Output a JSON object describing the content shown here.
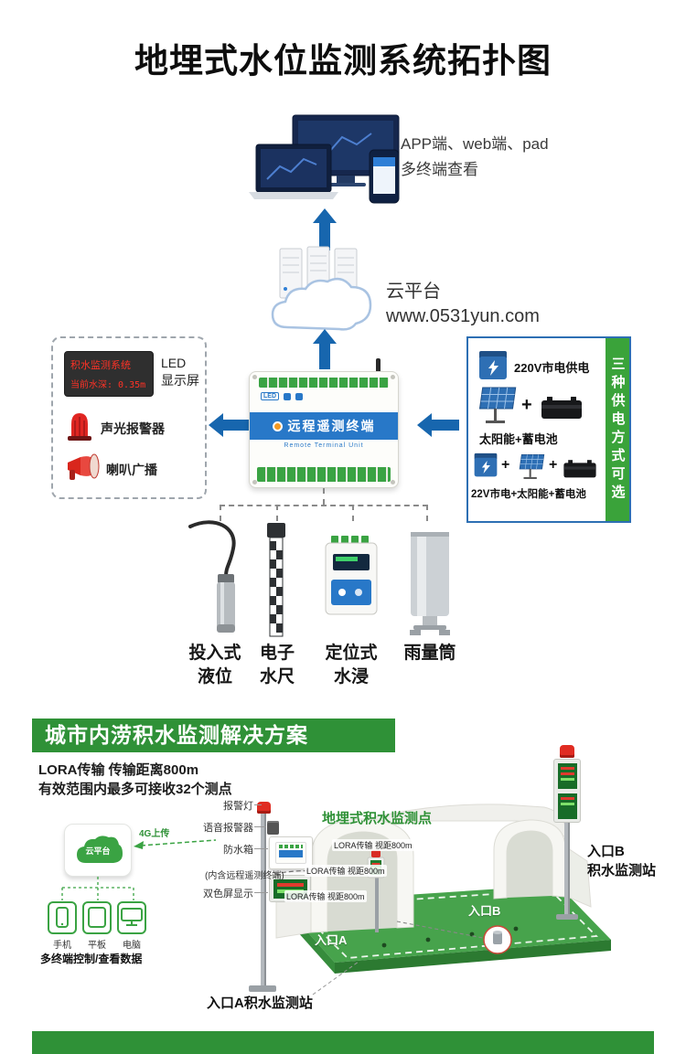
{
  "page": {
    "title": "地埋式水位监测系统拓扑图"
  },
  "terminals": {
    "line1": "APP端、web端、pad",
    "line2": "多终端查看"
  },
  "cloud": {
    "label": "云平台",
    "url": "www.0531yun.com"
  },
  "led_box": {
    "screen_line1": "积水监测系统",
    "screen_line2": "当前水深: 0.35m",
    "led_label_line1": "LED",
    "led_label_line2": "显示屏",
    "alarm_label": "声光报警器",
    "speaker_label": "喇叭广播"
  },
  "rtu": {
    "led_badge": "LED",
    "name": "远程遥测终端",
    "name_en": "Remote Terminal Unit"
  },
  "power": {
    "option1": "220V市电供电",
    "option2": "太阳能+蓄电池",
    "option3": "22V市电+太阳能+蓄电池",
    "plus": "+",
    "side_label": "三种供电方式可选"
  },
  "sensors": {
    "s1_line1": "投入式",
    "s1_line2": "液位",
    "s2_line1": "电子",
    "s2_line2": "水尺",
    "s3_line1": "定位式",
    "s3_line2": "水浸",
    "s4": "雨量筒"
  },
  "solution": {
    "banner": "城市内涝积水监测解决方案",
    "lora_line1": "LORA传输 传输距离800m",
    "lora_line2": "有效范围内最多可接收32个测点",
    "cloud_label": "云平台",
    "upload": "4G上传",
    "alarm_light": "报警灯",
    "voice_alarm": "语音报警器",
    "box_label": "防水箱",
    "box_note": "(内含远程遥测终端)",
    "screen_label": "双色屏显示",
    "phone": "手机",
    "pad": "平板",
    "pc": "电脑",
    "multi": "多终端控制/查看数据",
    "point_label": "地埋式积水监测点",
    "lora1": "LORA传输 视距800m",
    "lora2": "LORA传输 视距800m",
    "lora3": "LORA传输 视距800m",
    "entrance_b": "入口B",
    "entrance_a": "入口A",
    "station_b_line1": "入口B",
    "station_b_line2": "积水监测站",
    "station_a": "入口A积水监测站"
  }
}
